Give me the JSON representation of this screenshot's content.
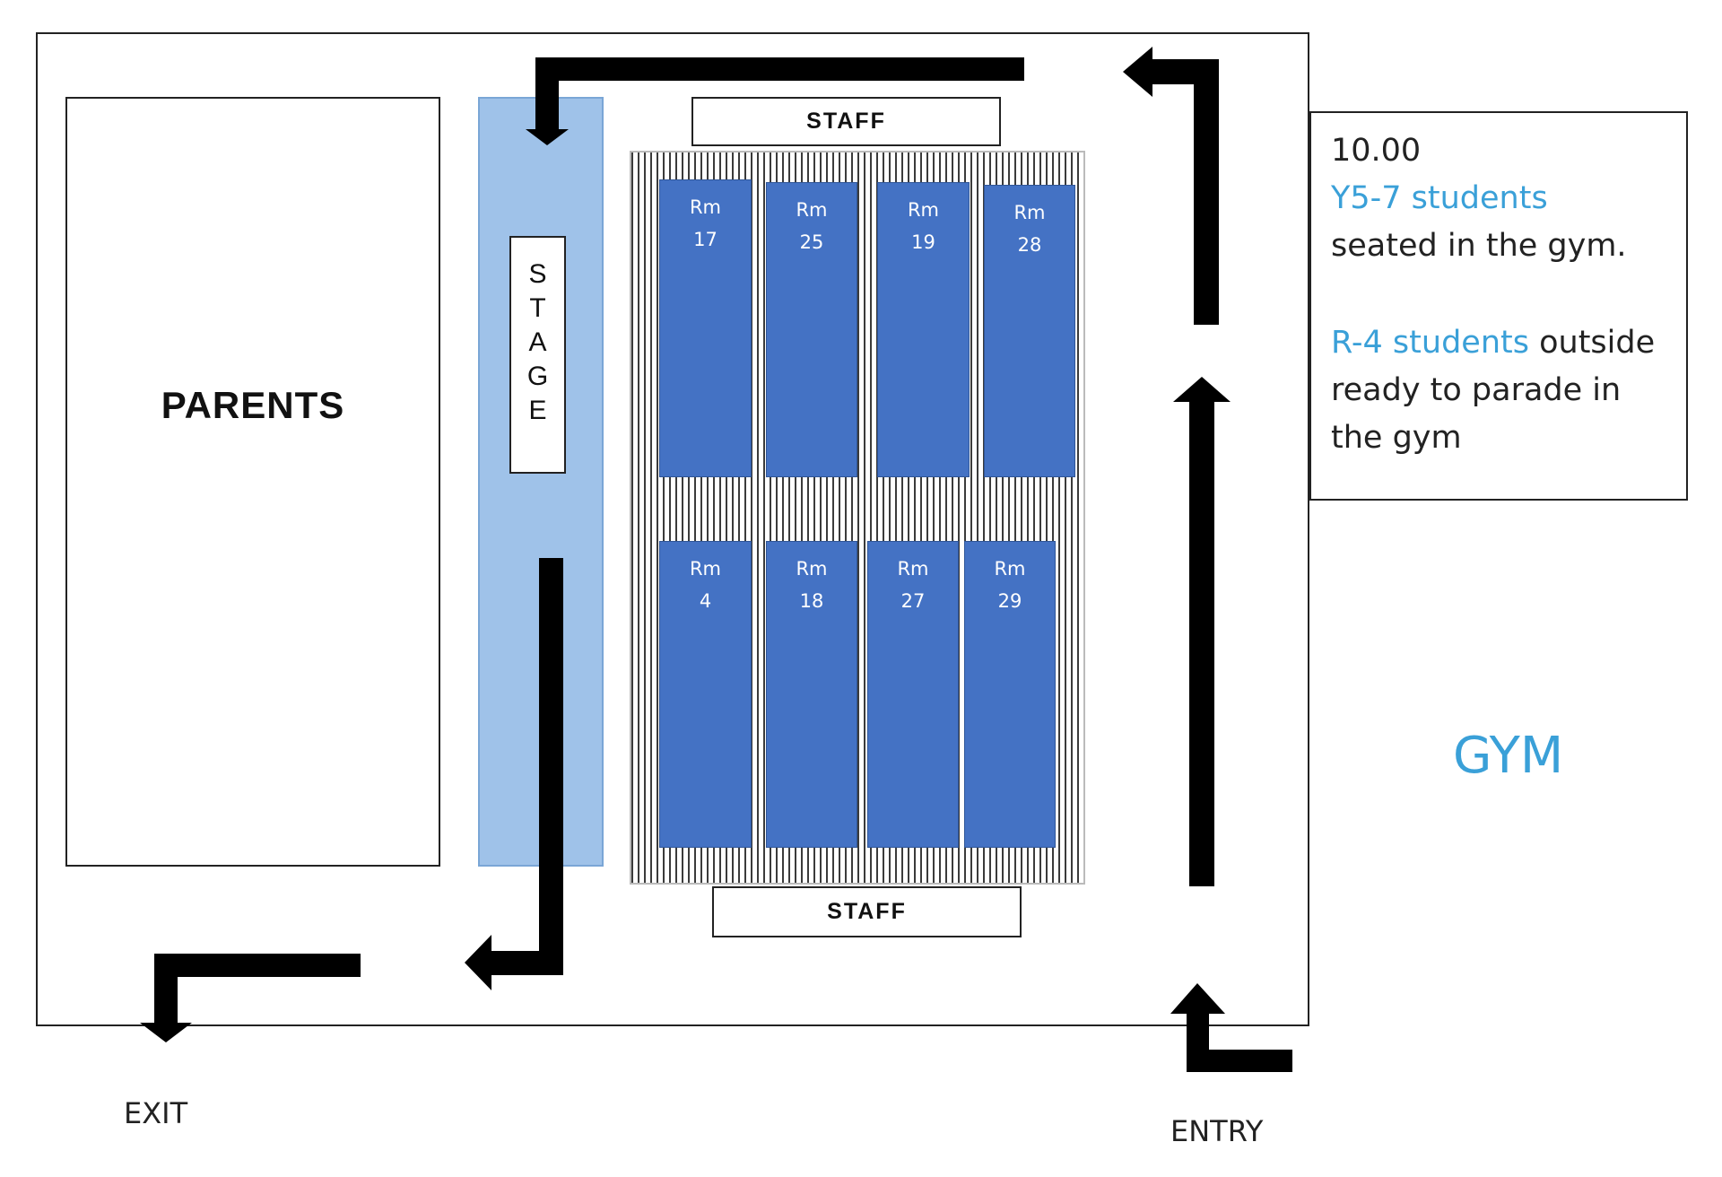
{
  "areas": {
    "parents": "PARENTS",
    "stage": "S\nT\nA\nG\nE",
    "staff_top": "STAFF",
    "staff_bottom": "STAFF"
  },
  "rooms": {
    "top_row": [
      {
        "label": "Rm",
        "number": "17"
      },
      {
        "label": "Rm",
        "number": "25"
      },
      {
        "label": "Rm",
        "number": "19"
      },
      {
        "label": "Rm",
        "number": "28"
      }
    ],
    "bottom_row": [
      {
        "label": "Rm",
        "number": "4"
      },
      {
        "label": "Rm",
        "number": "18"
      },
      {
        "label": "Rm",
        "number": "27"
      },
      {
        "label": "Rm",
        "number": "29"
      }
    ]
  },
  "info": {
    "time": "10.00",
    "group1": "Y5-7 students",
    "group1_text": "seated in the gym.",
    "group2": "R-4 students",
    "group2_text_a": " outside",
    "group2_text_b": "ready to parade in",
    "group2_text_c": "the gym"
  },
  "labels": {
    "gym": "GYM",
    "exit": "EXIT",
    "entry": "ENTRY"
  },
  "colors": {
    "room_fill": "#4472c4",
    "stage_strip": "#9fc2e9",
    "accent_text": "#3aa0d8",
    "arrow": "#000000"
  }
}
